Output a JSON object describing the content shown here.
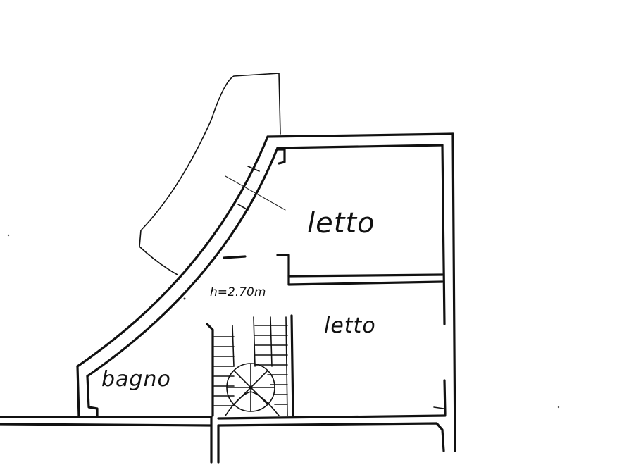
{
  "rooms": {
    "bedroom_upper": {
      "label": "letto"
    },
    "bedroom_lower": {
      "label": "letto"
    },
    "bathroom": {
      "label": "bagno"
    }
  },
  "annotations": {
    "ceiling_height": "h=2.70m"
  },
  "colors": {
    "ink": "#111111",
    "paper": "#ffffff"
  }
}
